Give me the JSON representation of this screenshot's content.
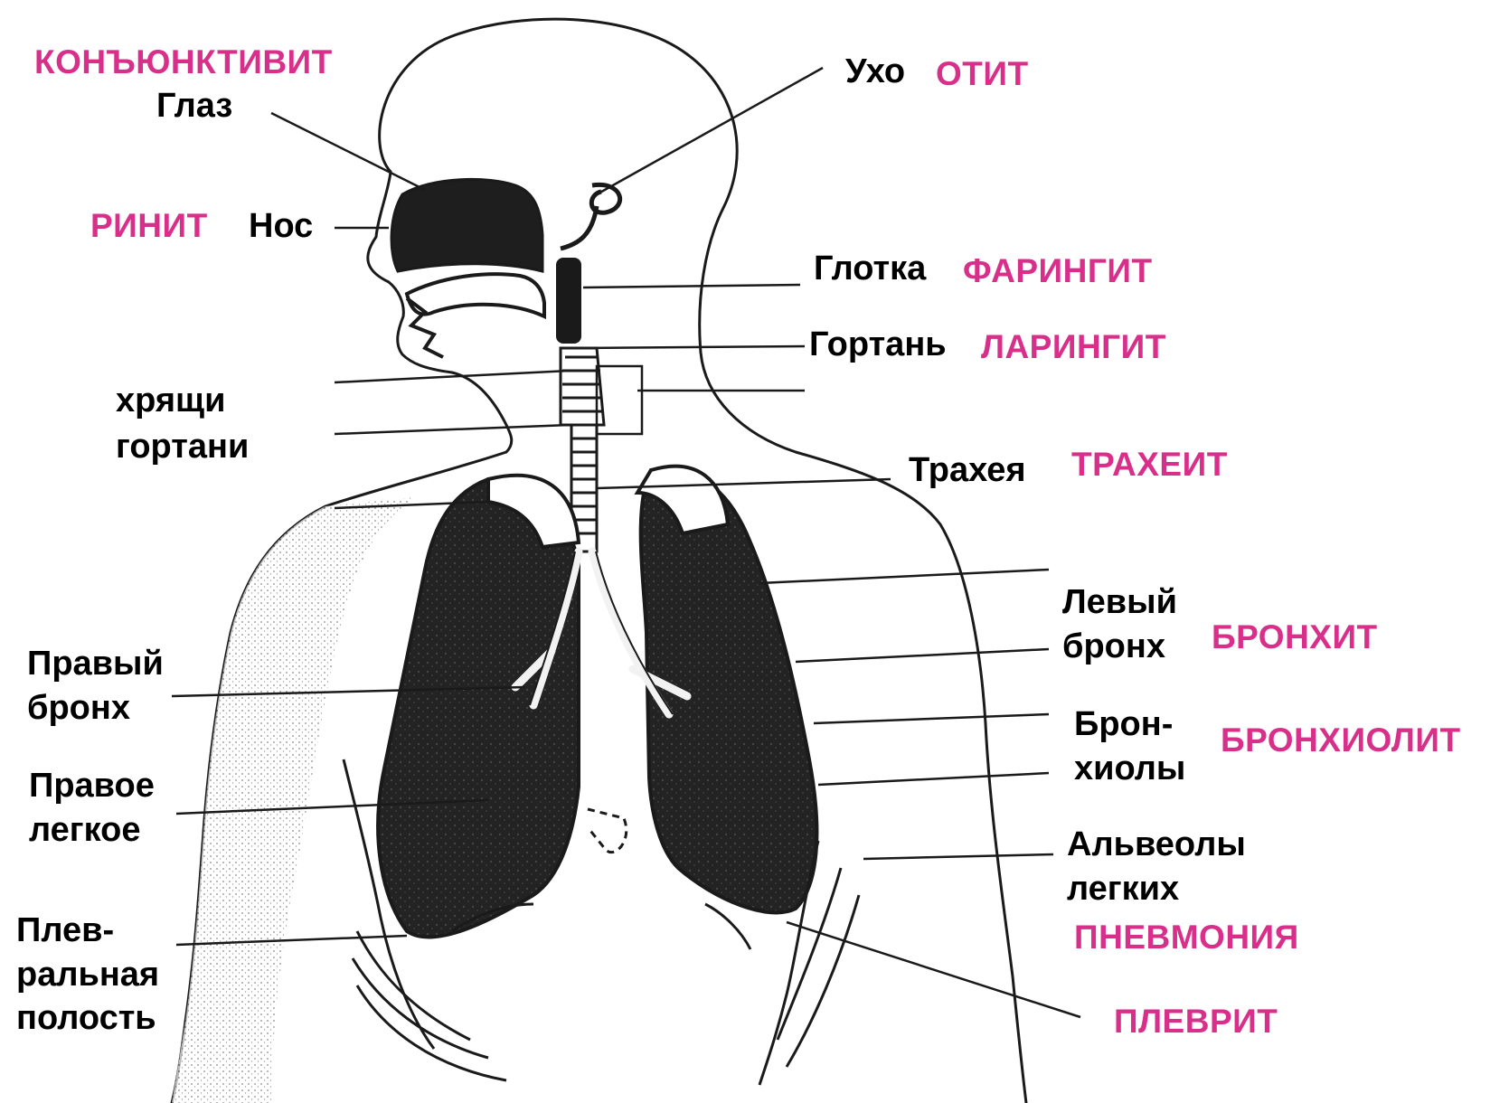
{
  "colors": {
    "disease": "#d8308a",
    "anatomy": "#000000",
    "lung_fill": "#1e1e1e",
    "outline": "#1a1a1a"
  },
  "anatomy": {
    "eye": "Глаз",
    "nose": "Нос",
    "ear": "Ухо",
    "pharynx": "Глотка",
    "larynx": "Гортань",
    "cartilage_1": "хрящи",
    "cartilage_2": "гортани",
    "trachea": "Трахея",
    "left_bronchus_1": "Левый",
    "left_bronchus_2": "бронх",
    "right_bronchus_1": "Правый",
    "right_bronchus_2": "бронх",
    "bronchioles_1": "Брон-",
    "bronchioles_2": "хиолы",
    "right_lung_1": "Правое",
    "right_lung_2": "легкое",
    "alveoli_1": "Альвеолы",
    "alveoli_2": "легких",
    "pleural_1": "Плев-",
    "pleural_2": "ральная",
    "pleural_3": "полость"
  },
  "diseases": {
    "conjunctivitis": "КОНЪЮНКТИВИТ",
    "rhinitis": "РИНИТ",
    "otitis": "ОТИТ",
    "pharyngitis": "ФАРИНГИТ",
    "laryngitis": "ЛАРИНГИТ",
    "tracheitis": "ТРАХЕИТ",
    "bronchitis": "БРОНХИТ",
    "bronchiolitis": "БРОНХИОЛИТ",
    "pneumonia": "ПНЕВМОНИЯ",
    "pleurisy": "ПЛЕВРИТ"
  }
}
